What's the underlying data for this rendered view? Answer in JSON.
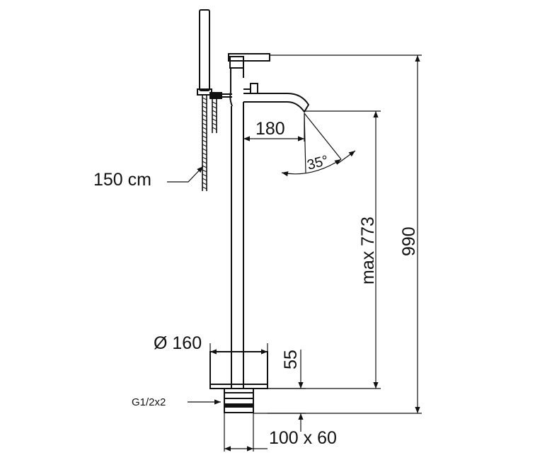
{
  "labels": {
    "hose_length": "150 cm",
    "spout_reach": "180",
    "spout_angle": "35°",
    "max_height": "max  773",
    "total_height": "990",
    "base_diameter": "Ø 160",
    "base_height": "55",
    "connection": "G1/2x2",
    "mount_size": "100 x 60"
  }
}
